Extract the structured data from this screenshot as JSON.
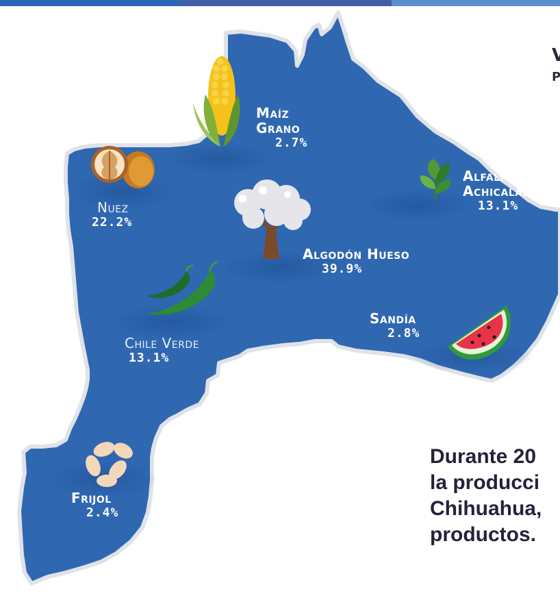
{
  "colors": {
    "map_fill": "#2f67b1",
    "map_border": "#dfe3e8",
    "topbar": [
      "#2a66b5",
      "#3f5fa8",
      "#5b8ed0"
    ],
    "label_text": "#ffffff",
    "body_text": "#23233a"
  },
  "header_fragment": {
    "line1": "V",
    "line2": "P"
  },
  "crops": [
    {
      "name_line1": "Maíz",
      "name_line2": "Grano",
      "percent": "2.7%",
      "icon": "corn-icon"
    },
    {
      "name_line1": "Nuez",
      "name_line2": "",
      "percent": "22.2%",
      "icon": "walnut-icon"
    },
    {
      "name_line1": "Alfalfa",
      "name_line2": "Achicalada",
      "percent": "13.1%",
      "icon": "alfalfa-icon"
    },
    {
      "name_line1": "Algodón Hueso",
      "name_line2": "",
      "percent": "39.9%",
      "icon": "cotton-icon"
    },
    {
      "name_line1": "Chile Verde",
      "name_line2": "",
      "percent": "13.1%",
      "icon": "chili-icon"
    },
    {
      "name_line1": "Sandía",
      "name_line2": "",
      "percent": "2.8%",
      "icon": "watermelon-icon"
    },
    {
      "name_line1": "Frijol",
      "name_line2": "",
      "percent": "2.4%",
      "icon": "beans-icon"
    }
  ],
  "description_lines": [
    "Durante 20",
    "la producci",
    "Chihuahua,",
    "productos."
  ]
}
